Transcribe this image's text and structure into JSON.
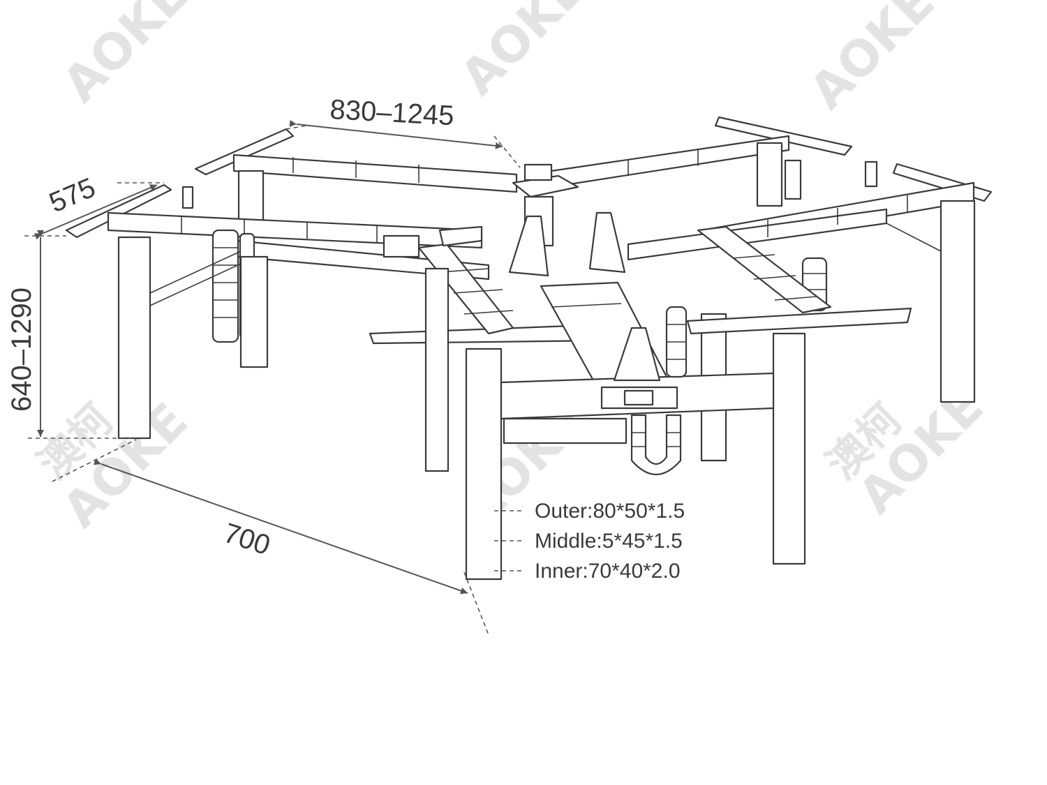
{
  "dimensions": {
    "width_span": "830–1245",
    "depth": "575",
    "height_range": "640–1290",
    "length": "700"
  },
  "specs": [
    {
      "label": "Outer:80*50*1.5"
    },
    {
      "label": "Middle:5*45*1.5"
    },
    {
      "label": "Inner:70*40*2.0"
    }
  ],
  "watermark": {
    "brand": "AOKE",
    "chinese": "澳柯"
  },
  "colors": {
    "line": "#3a3a3a",
    "background": "#ffffff",
    "watermark": "#e3e3e3"
  }
}
